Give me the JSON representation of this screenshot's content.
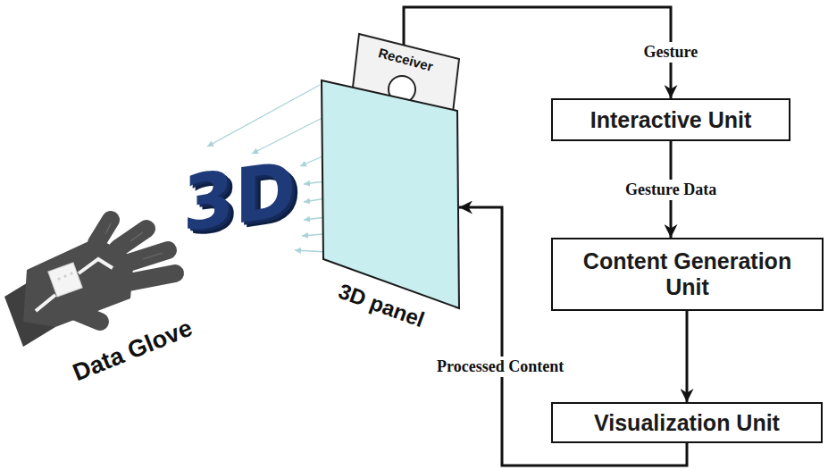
{
  "diagram": {
    "nodes": [
      {
        "text": [
          "Receiver"
        ]
      },
      {
        "text": [
          "3D panel"
        ]
      },
      {
        "text": [
          "Interactive Unit"
        ]
      },
      {
        "text": [
          "Content Generation Unit"
        ]
      },
      {
        "text": [
          "Visualization Unit"
        ]
      }
    ],
    "edges": [
      {
        "from": 0,
        "to": 2,
        "arrow": "to",
        "label": "Gesture"
      },
      {
        "from": 2,
        "to": 3,
        "arrow": "to",
        "label": "Gesture Data"
      },
      {
        "from": 3,
        "to": 4,
        "arrow": "to"
      },
      {
        "from": 4,
        "to": 1,
        "arrow": "to",
        "label": "Processed Content"
      }
    ],
    "labels": [
      "3D",
      "Data Glove"
    ]
  }
}
